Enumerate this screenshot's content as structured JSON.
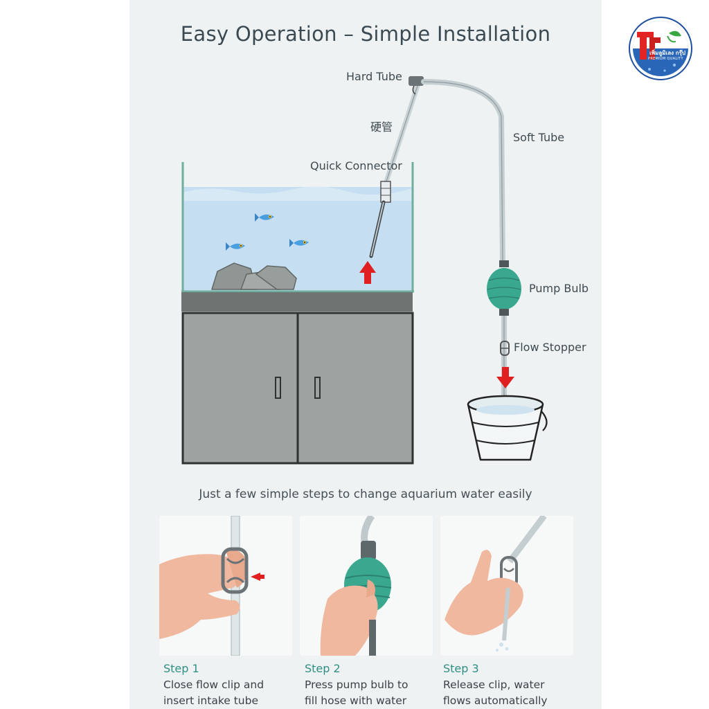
{
  "title": "Easy Operation – Simple Installation",
  "labels": {
    "hard_tube": "Hard Tube",
    "hard_tube_cn": "硬管",
    "quick_connector": "Quick Connector",
    "soft_tube": "Soft Tube",
    "pump_bulb": "Pump Bulb",
    "flow_stopper": "Flow Stopper"
  },
  "subtitle": "Just a few simple steps to change aquarium water easily",
  "logo": {
    "text": "เพิ่มลูมิเลง กรุ๊ป",
    "tagline": "PREMIUM QUALITY"
  },
  "steps": [
    {
      "title": "Step 1",
      "line1": "Close flow clip and",
      "line2": "insert intake tube"
    },
    {
      "title": "Step 2",
      "line1": "Press pump bulb to",
      "line2": "fill hose with water"
    },
    {
      "title": "Step 3",
      "line1": "Release clip, water",
      "line2": "flows automatically"
    }
  ],
  "colors": {
    "accent": "#2f8f84",
    "pump": "#3aa88f",
    "water": "#c6def2",
    "cabinet": "#9ca3a0",
    "arrow": "#e02020"
  }
}
